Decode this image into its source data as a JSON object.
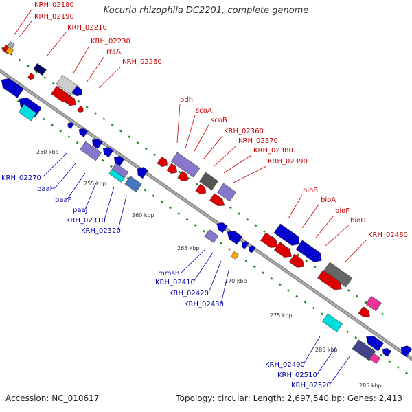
{
  "title": "Kocuria rhizophila DC2201, complete genome",
  "footer": {
    "accession": "Accession: NC_010617",
    "summary": "Topology: circular; Length: 2,697,540 bp; Genes: 2,413"
  },
  "colors": {
    "red_label": "#cc0000",
    "blue_label": "#0000aa",
    "backbone": "#888888",
    "tick": "#1a8a1a"
  },
  "kbp_labels": [
    "250 kbp",
    "255 kbp",
    "260 kbp",
    "265 kbp",
    "270 kbp",
    "275 kbp",
    "280 kbp",
    "285 kbp"
  ],
  "top_labels": [
    "KRH_02180",
    "KRH_02190",
    "KRH_02210",
    "KRH_02230",
    "rraA",
    "KRH_02260",
    "bdh",
    "scoA",
    "scoB",
    "KRH_02360",
    "KRH_02370",
    "KRH_02380",
    "KRH_02390",
    "bioB",
    "bioA",
    "bioF",
    "bioD",
    "KRH_02480"
  ],
  "bottom_labels": [
    "KRH_02270",
    "paaH",
    "paaF",
    "paaJ",
    "KRH_02310",
    "KRH_02320",
    "mmsB",
    "KRH_02410",
    "KRH_02420",
    "KRH_02430",
    "KRH_02490",
    "KRH_02510",
    "KRH_02520"
  ]
}
